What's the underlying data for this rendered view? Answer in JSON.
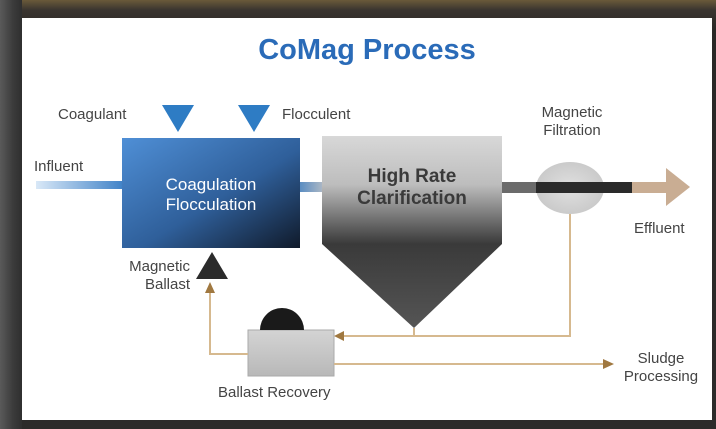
{
  "title": "CoMag Process",
  "labels": {
    "coagulant": "Coagulant",
    "flocculent": "Flocculent",
    "influent": "Influent",
    "coag_line1": "Coagulation",
    "coag_line2": "Flocculation",
    "hrc_line1": "High Rate",
    "hrc_line2": "Clarification",
    "magfilt_line1": "Magnetic",
    "magfilt_line2": "Filtration",
    "effluent": "Effluent",
    "magballast_line1": "Magnetic",
    "magballast_line2": "Ballast",
    "ballast_recovery": "Ballast Recovery",
    "sludge_line1": "Sludge",
    "sludge_line2": "Processing"
  },
  "colors": {
    "title": "#2a6bb8",
    "chemical_arrow": "#2e7cc4",
    "flow_line": "#d6b98f",
    "influent_pipe": "#3a7fc6"
  }
}
